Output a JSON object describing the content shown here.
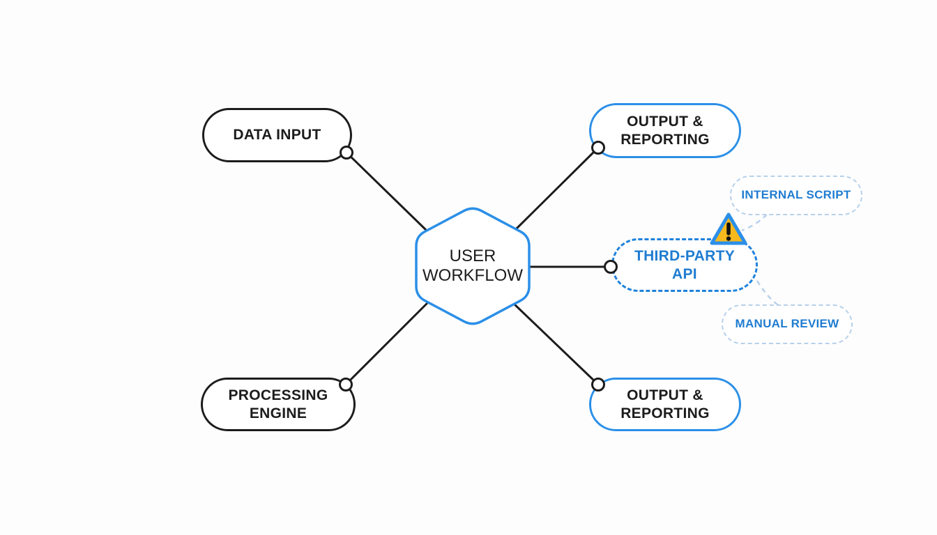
{
  "nodes": {
    "user_workflow": {
      "label": "USER WORKFLOW",
      "shape": "hexagon"
    },
    "data_input": {
      "label": "DATA INPUT",
      "shape": "pill-solid-black"
    },
    "output_reporting_top": {
      "label": "OUTPUT & REPORTING",
      "shape": "pill-solid-blue"
    },
    "third_party_api": {
      "label": "THIRD-PARTY API",
      "shape": "pill-dashed-blue",
      "has_warning": true
    },
    "internal_script": {
      "label": "INTERNAL SCRIPT",
      "shape": "pill-dashed-light"
    },
    "manual_review": {
      "label": "MANUAL REVIEW",
      "shape": "pill-dashed-light"
    },
    "processing_engine": {
      "label": "PROCESSING ENGINE",
      "shape": "pill-solid-black"
    },
    "output_reporting_bottom": {
      "label": "OUTPUT & REPORTING",
      "shape": "pill-solid-blue"
    }
  },
  "edges": [
    {
      "from": "user_workflow",
      "to": "data_input",
      "style": "solid"
    },
    {
      "from": "user_workflow",
      "to": "output_reporting_top",
      "style": "solid"
    },
    {
      "from": "user_workflow",
      "to": "third_party_api",
      "style": "solid"
    },
    {
      "from": "user_workflow",
      "to": "processing_engine",
      "style": "solid"
    },
    {
      "from": "user_workflow",
      "to": "output_reporting_bottom",
      "style": "solid"
    },
    {
      "from": "third_party_api",
      "to": "internal_script",
      "style": "dashed-light"
    },
    {
      "from": "third_party_api",
      "to": "manual_review",
      "style": "dashed-light"
    }
  ],
  "icons": {
    "warning": "warning-triangle-icon"
  },
  "colors": {
    "ink": "#1c1c1c",
    "accent_blue": "#2b8fe8",
    "dashed_blue": "#1e82dd",
    "light_dashed_blue": "#b7d0ea",
    "blue_text": "#1f7cd1",
    "warning_fill": "#f5b91d",
    "background": "#fdfdfd"
  }
}
